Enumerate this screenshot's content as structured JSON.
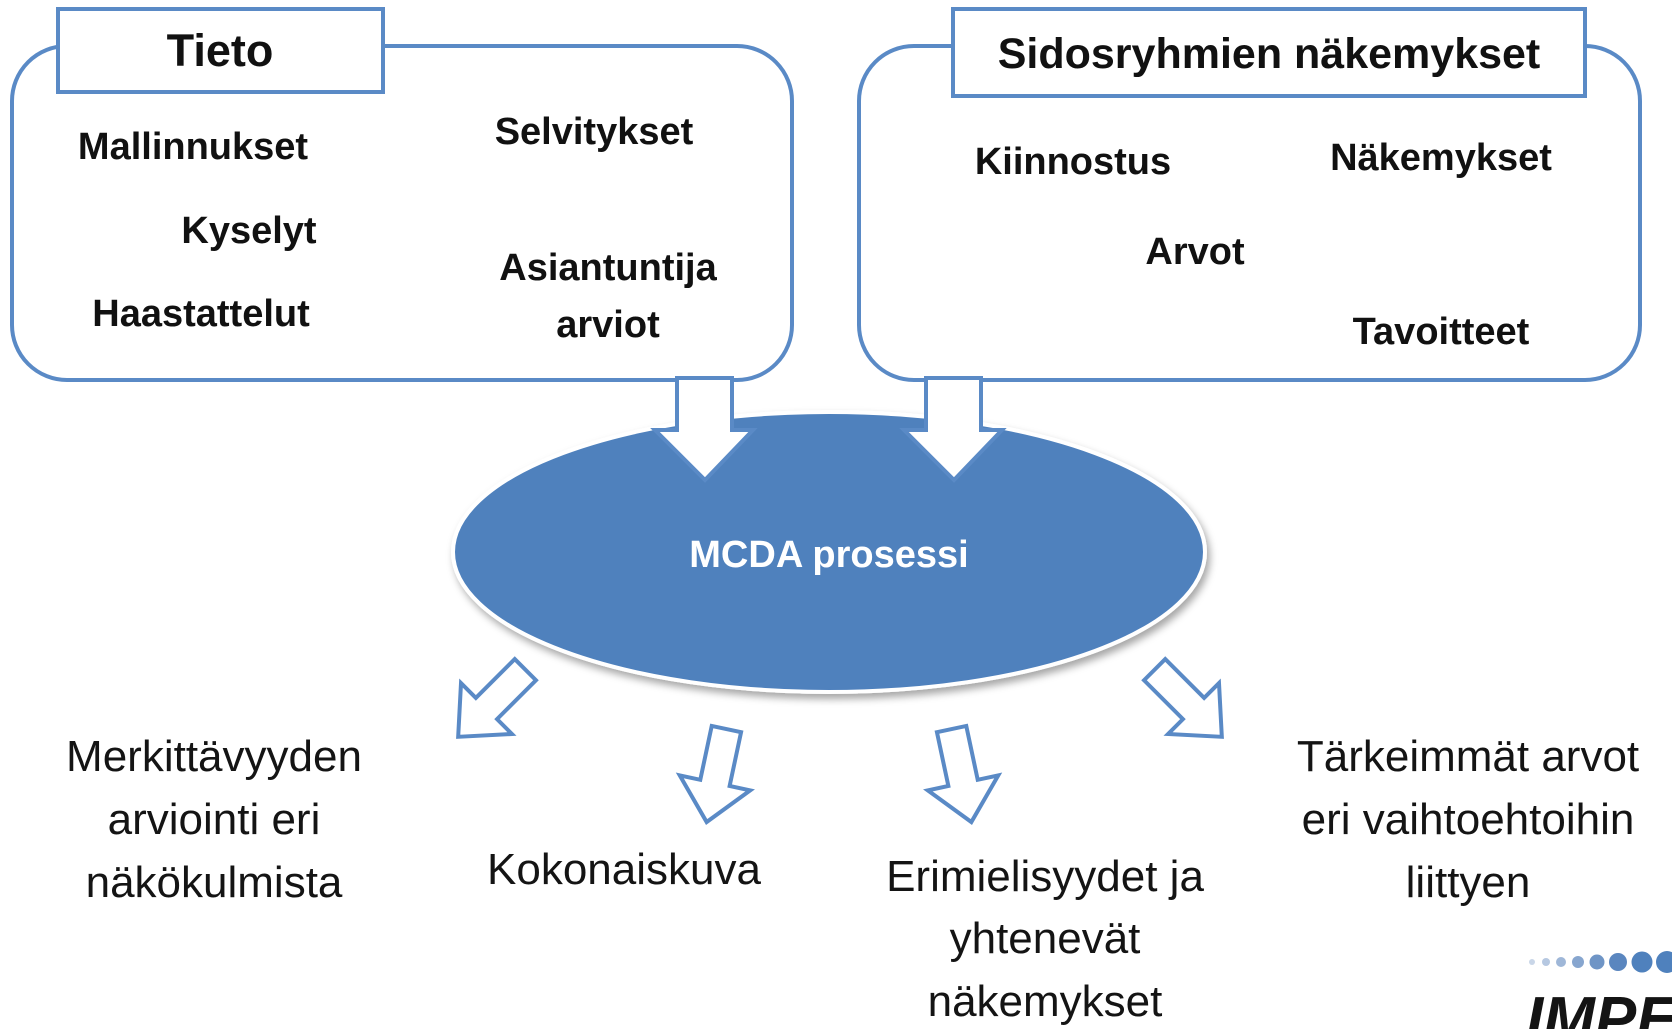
{
  "panels": {
    "tieto": {
      "title": "Tieto",
      "items": [
        "Mallinnukset",
        "Selvitykset",
        "Kyselyt",
        "Haastattelut",
        "Asiantuntija",
        "arviot"
      ]
    },
    "sidosryhmat": {
      "title": "Sidosryhmien näkemykset",
      "items": [
        "Kiinnostus",
        "Näkemykset",
        "Arvot",
        "Tavoitteet"
      ]
    }
  },
  "process": {
    "label": "MCDA prosessi"
  },
  "outputs": {
    "o1": [
      "Merkittävyyden",
      "arviointi eri",
      "näkökulmista"
    ],
    "o2": [
      "Kokonaiskuva"
    ],
    "o3": [
      "Erimielisyydet ja",
      "yhtenevät",
      "näkemykset"
    ],
    "o4": [
      "Tärkeimmät arvot",
      "eri vaihtoehtoihin",
      "liittyen"
    ]
  },
  "logo": {
    "text": "IMPE"
  },
  "colors": {
    "accent": "#4F81BD",
    "outline": "#5A8AC6",
    "text": "#111111",
    "background": "#FFFFFF"
  }
}
